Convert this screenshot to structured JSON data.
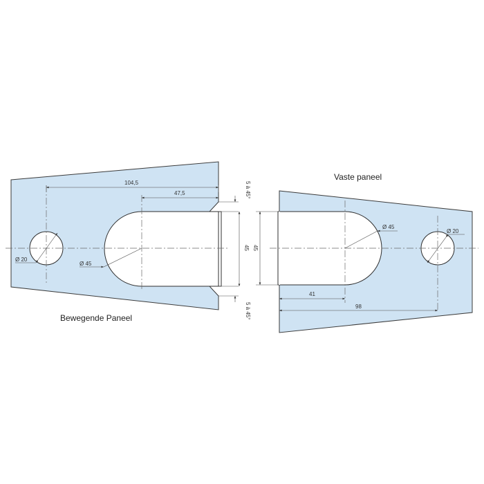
{
  "labels": {
    "moving_panel": "Bewegende Paneel",
    "fixed_panel": "Vaste paneel"
  },
  "dimensions": {
    "left_overall": "104,5",
    "left_cutout_depth": "47,5",
    "left_hole_dia": "Ø 20",
    "left_radius_dia": "Ø 45",
    "left_height": "45",
    "left_bevel_top": "5 à 45°",
    "left_bevel_bottom": "5 à 45°",
    "right_height": "45",
    "right_radius_dia": "Ø 45",
    "right_hole_dia": "Ø 20",
    "right_cutout_depth": "41",
    "right_overall": "98"
  },
  "colors": {
    "glass_fill": "#cfe3f3",
    "line": "#333333"
  }
}
